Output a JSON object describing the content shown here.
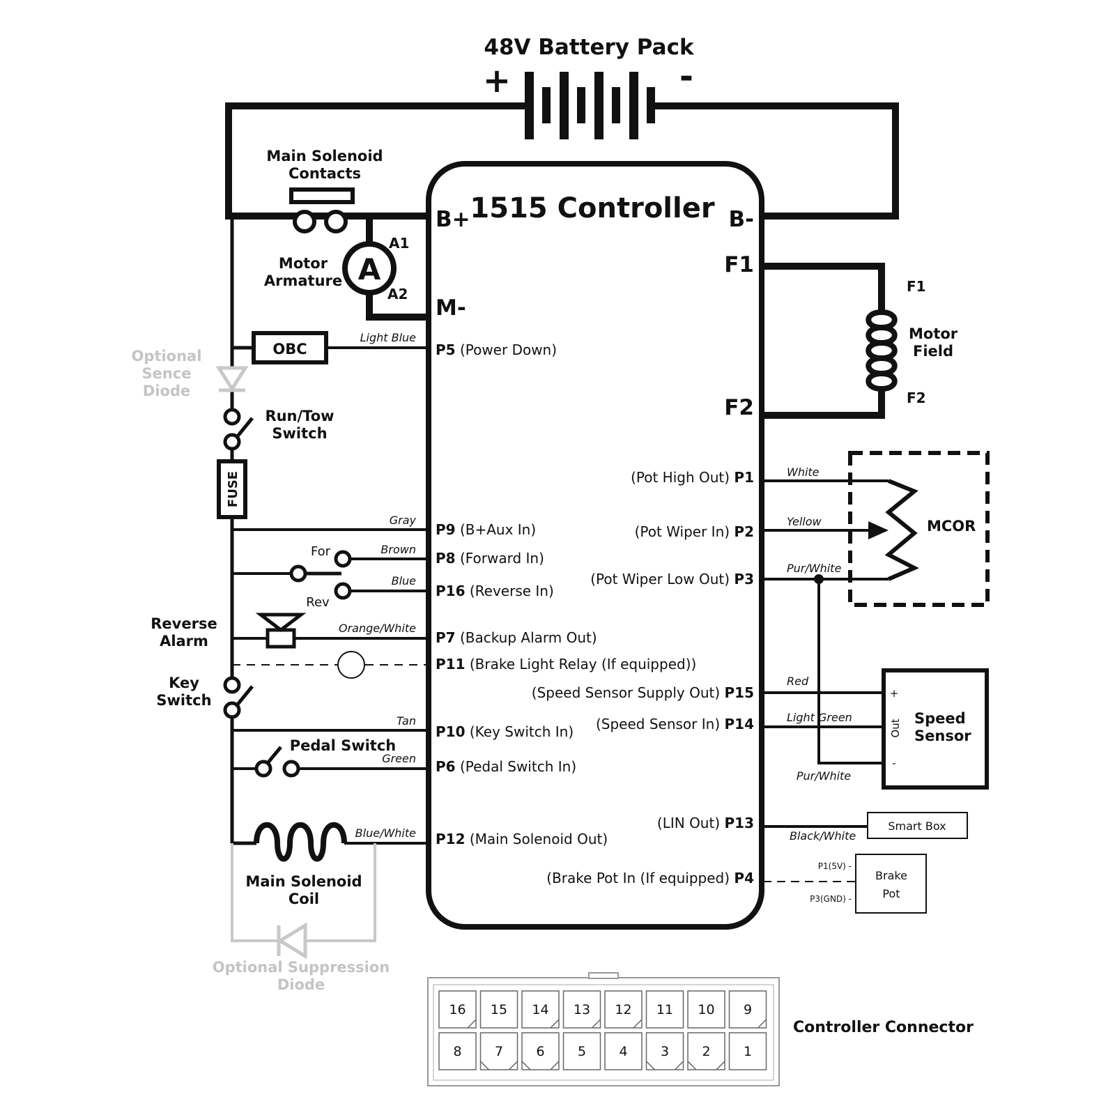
{
  "battery": {
    "title": "48V Battery Pack",
    "plus": "+",
    "minus": "-"
  },
  "controller": {
    "title": "1515 Controller",
    "bplus": "B+",
    "bminus": "B-",
    "mminus": "M-",
    "f1": "F1",
    "f2": "F2"
  },
  "left": {
    "solenoid_contacts": [
      "Main Solenoid",
      "Contacts"
    ],
    "motor_armature": [
      "Motor",
      "Armature"
    ],
    "armature_symbol": "A",
    "a1": "A1",
    "a2": "A2",
    "obc": "OBC",
    "optional_sense_diode": [
      "Optional",
      "Sence",
      "Diode"
    ],
    "run_tow": [
      "Run/Tow",
      "Switch"
    ],
    "fuse": "FUSE",
    "for": "For",
    "rev": "Rev",
    "reverse_alarm": [
      "Reverse",
      "Alarm"
    ],
    "key_switch": [
      "Key",
      "Switch"
    ],
    "pedal_switch": "Pedal Switch",
    "solenoid_coil": [
      "Main Solenoid",
      "Coil"
    ],
    "optional_suppression_diode": [
      "Optional Suppression",
      "Diode"
    ]
  },
  "left_pins": [
    {
      "wire": "Light Blue",
      "pin": "P5",
      "desc": "(Power Down)"
    },
    {
      "wire": "Gray",
      "pin": "P9",
      "desc": "(B+Aux In)"
    },
    {
      "wire": "Brown",
      "pin": "P8",
      "desc": "(Forward In)"
    },
    {
      "wire": "Blue",
      "pin": "P16",
      "desc": "(Reverse In)"
    },
    {
      "wire": "Orange/White",
      "pin": "P7",
      "desc": "(Backup Alarm Out)"
    },
    {
      "wire": "",
      "pin": "P11",
      "desc": "(Brake Light Relay (If equipped))"
    },
    {
      "wire": "Tan",
      "pin": "P10",
      "desc": "(Key Switch In)"
    },
    {
      "wire": "Green",
      "pin": "P6",
      "desc": "(Pedal Switch In)"
    },
    {
      "wire": "Blue/White",
      "pin": "P12",
      "desc": "(Main Solenoid Out)"
    }
  ],
  "right_pins": [
    {
      "desc": "(Pot High Out)",
      "pin": "P1",
      "wire": "White"
    },
    {
      "desc": "(Pot Wiper In)",
      "pin": "P2",
      "wire": "Yellow"
    },
    {
      "desc": "(Pot Wiper Low Out)",
      "pin": "P3",
      "wire": "Pur/White"
    },
    {
      "desc": "(Speed Sensor Supply Out)",
      "pin": "P15",
      "wire": "Red"
    },
    {
      "desc": "(Speed Sensor In)",
      "pin": "P14",
      "wire": "Light Green"
    },
    {
      "desc": "(LIN Out)",
      "pin": "P13",
      "wire": "Black/White"
    },
    {
      "desc": "(Brake Pot In (If equipped)",
      "pin": "P4",
      "wire": ""
    }
  ],
  "right": {
    "motor_field": [
      "Motor",
      "Field"
    ],
    "field_f1": "F1",
    "field_f2": "F2",
    "mcor": "MCOR",
    "speed_sensor": [
      "Speed",
      "Sensor"
    ],
    "ss_plus": "+",
    "ss_out": "Out",
    "ss_minus": "-",
    "pur_white": "Pur/White",
    "smart_box": "Smart Box",
    "brake_pot": [
      "Brake",
      "Pot"
    ],
    "bp_p1": "P1(5V) -",
    "bp_p3": "P3(GND) -"
  },
  "connector": {
    "label": "Controller Connector",
    "top_row": [
      "16",
      "15",
      "14",
      "13",
      "12",
      "11",
      "10",
      "9"
    ],
    "bottom_row": [
      "8",
      "7",
      "6",
      "5",
      "4",
      "3",
      "2",
      "1"
    ]
  }
}
